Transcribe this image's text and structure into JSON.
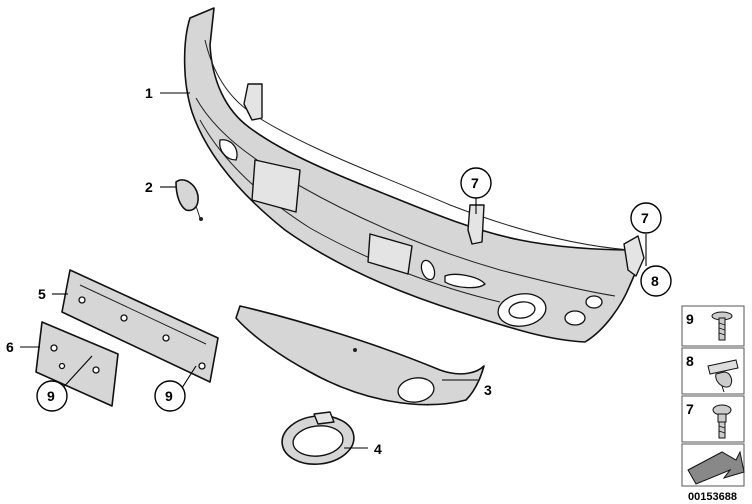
{
  "labels": {
    "p1": "1",
    "p2": "2",
    "p3": "3",
    "p4": "4",
    "p5": "5",
    "p6": "6",
    "p7a": "7",
    "p7b": "7",
    "p8": "8",
    "p9a": "9",
    "p9b": "9"
  },
  "legend": {
    "screw": "9",
    "clip": "8",
    "bolt": "7"
  },
  "diagram_code": "00153688"
}
